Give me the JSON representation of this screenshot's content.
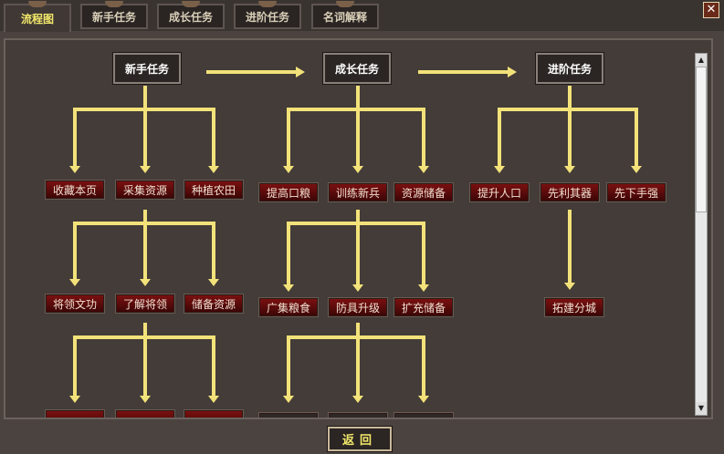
{
  "tabs": [
    "流程图",
    "新手任务",
    "成长任务",
    "进阶任务",
    "名词解释"
  ],
  "active_tab": 0,
  "close_icon": "close-icon",
  "flow": {
    "headers": [
      "新手任务",
      "成长任务",
      "进阶任务"
    ],
    "group1": [
      [
        "收藏本页",
        "采集资源",
        "种植农田"
      ],
      [
        "将领文功",
        "了解将领",
        "储备资源"
      ]
    ],
    "group2": [
      [
        "提高口粮",
        "训练新兵",
        "资源储备"
      ],
      [
        "广集粮食",
        "防具升级",
        "扩充储备"
      ]
    ],
    "group3": [
      [
        "提升人口",
        "先利其器",
        "先下手强"
      ],
      [
        "拓建分城"
      ]
    ]
  },
  "back_button": "返回",
  "colors": {
    "line": "#f3e27a",
    "label_bg": "#6a0c0c",
    "accent_tab": "#f3e86a"
  }
}
